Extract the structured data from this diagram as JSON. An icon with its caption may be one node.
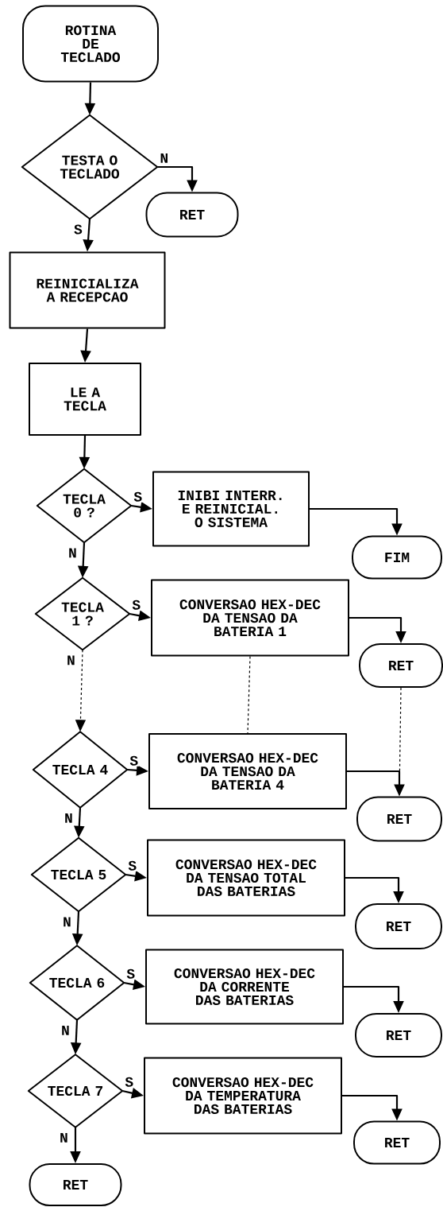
{
  "diagram": {
    "nodes": [
      {
        "text": [
          "ROTINA DE TECLADO"
        ]
      },
      {
        "text": [
          "TESTA O TECLADO"
        ]
      },
      {
        "text": [
          "RET"
        ]
      },
      {
        "text": [
          "REINICIALIZA A RECEPCAO"
        ]
      },
      {
        "text": [
          "LE A TECLA"
        ]
      },
      {
        "text": [
          "TECLA 0 ?"
        ]
      },
      {
        "text": [
          "INIBI INTERR. E REINICIAL. O SISTEMA"
        ]
      },
      {
        "text": [
          "FIM"
        ]
      },
      {
        "text": [
          "TECLA 1 ?"
        ]
      },
      {
        "text": [
          "CONVERSAO HEX-DEC DA TENSAO DA BATERIA 1"
        ]
      },
      {
        "text": [
          "RET"
        ]
      },
      {
        "text": [
          "TECLA 4"
        ]
      },
      {
        "text": [
          "CONVERSAO HEX-DEC DA TENSAO DA BATERIA 4"
        ]
      },
      {
        "text": [
          "RET"
        ]
      },
      {
        "text": [
          "TECLA 5"
        ]
      },
      {
        "text": [
          "CONVERSAO HEX-DEC DA TENSAO TOTAL DAS BATERIAS"
        ]
      },
      {
        "text": [
          "RET"
        ]
      },
      {
        "text": [
          "TECLA 6"
        ]
      },
      {
        "text": [
          "CONVERSAO HEX-DEC DA CORRENTE DAS BATERIAS"
        ]
      },
      {
        "text": [
          "RET"
        ]
      },
      {
        "text": [
          "TECLA 7"
        ]
      },
      {
        "text": [
          "CONVERSAO HEX-DEC DA TEMPERATURA DAS BATERIAS"
        ]
      },
      {
        "text": [
          "RET"
        ]
      },
      {
        "text": [
          "RET"
        ]
      }
    ],
    "edges": [
      {
        "from": 0,
        "to": 1,
        "arrow": "to"
      },
      {
        "from": 1,
        "to": 2,
        "arrow": "to",
        "label": "N"
      },
      {
        "from": 1,
        "to": 3,
        "arrow": "to",
        "label": "S"
      },
      {
        "from": 3,
        "to": 4,
        "arrow": "to"
      },
      {
        "from": 4,
        "to": 5,
        "arrow": "to"
      },
      {
        "from": 5,
        "to": 6,
        "arrow": "to",
        "label": "S"
      },
      {
        "from": 6,
        "to": 7,
        "arrow": "to"
      },
      {
        "from": 5,
        "to": 8,
        "arrow": "to",
        "label": "N"
      },
      {
        "from": 8,
        "to": 9,
        "arrow": "to",
        "label": "S"
      },
      {
        "from": 9,
        "to": 10,
        "arrow": "to"
      },
      {
        "from": 8,
        "to": 11,
        "arrow": "to",
        "label": "N",
        "style": "dashed"
      },
      {
        "from": 9,
        "to": 12,
        "arrow": "none",
        "style": "dashed"
      },
      {
        "from": 10,
        "to": 13,
        "arrow": "none",
        "style": "dashed"
      },
      {
        "from": 11,
        "to": 12,
        "arrow": "to",
        "label": "S"
      },
      {
        "from": 12,
        "to": 13,
        "arrow": "to"
      },
      {
        "from": 11,
        "to": 14,
        "arrow": "to",
        "label": "N"
      },
      {
        "from": 14,
        "to": 15,
        "arrow": "to",
        "label": "S"
      },
      {
        "from": 15,
        "to": 16,
        "arrow": "to"
      },
      {
        "from": 14,
        "to": 17,
        "arrow": "to",
        "label": "N"
      },
      {
        "from": 17,
        "to": 18,
        "arrow": "to",
        "label": "S"
      },
      {
        "from": 18,
        "to": 19,
        "arrow": "to"
      },
      {
        "from": 17,
        "to": 20,
        "arrow": "to",
        "label": "N"
      },
      {
        "from": 20,
        "to": 21,
        "arrow": "to",
        "label": "S"
      },
      {
        "from": 21,
        "to": 22,
        "arrow": "to"
      },
      {
        "from": 20,
        "to": 23,
        "arrow": "to",
        "label": "N"
      }
    ]
  }
}
